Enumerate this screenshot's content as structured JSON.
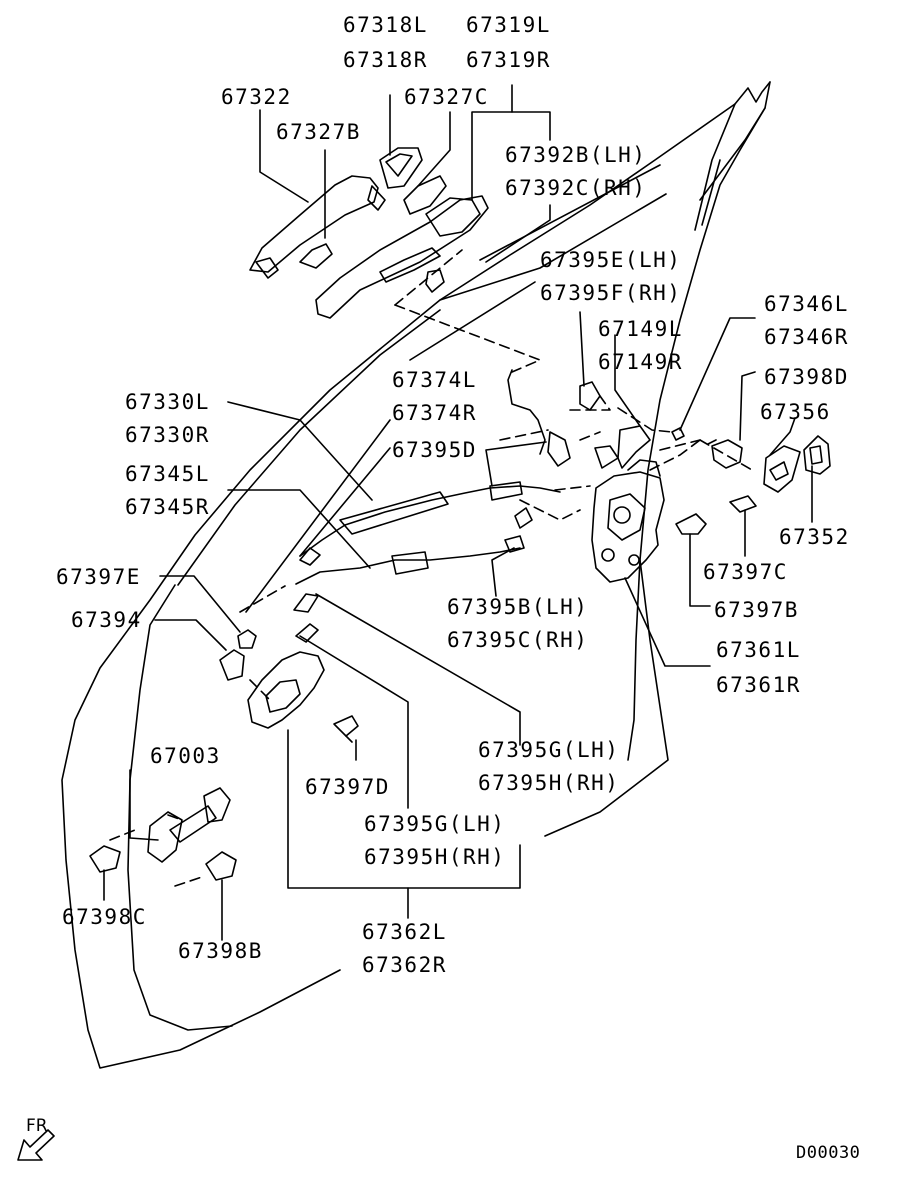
{
  "diagram": {
    "code": "D00030",
    "direction_marker": "FR",
    "callouts": [
      {
        "id": "c1",
        "lines": [
          "67318L",
          "67318R"
        ]
      },
      {
        "id": "c2",
        "lines": [
          "67319L",
          "67319R"
        ]
      },
      {
        "id": "c3",
        "lines": [
          "67322"
        ]
      },
      {
        "id": "c4",
        "lines": [
          "67327C"
        ]
      },
      {
        "id": "c5",
        "lines": [
          "67327B"
        ]
      },
      {
        "id": "c6",
        "lines": [
          "67392B(LH)",
          "67392C(RH)"
        ]
      },
      {
        "id": "c7",
        "lines": [
          "67395E(LH)",
          "67395F(RH)"
        ]
      },
      {
        "id": "c8",
        "lines": [
          "67346L",
          "67346R"
        ]
      },
      {
        "id": "c9",
        "lines": [
          "67149L",
          "67149R"
        ]
      },
      {
        "id": "c10",
        "lines": [
          "67398D"
        ]
      },
      {
        "id": "c11",
        "lines": [
          "67356"
        ]
      },
      {
        "id": "c12",
        "lines": [
          "67374L",
          "67374R"
        ]
      },
      {
        "id": "c13",
        "lines": [
          "67330L",
          "67330R"
        ]
      },
      {
        "id": "c14",
        "lines": [
          "67395D"
        ]
      },
      {
        "id": "c15",
        "lines": [
          "67345L",
          "67345R"
        ]
      },
      {
        "id": "c16",
        "lines": [
          "67352"
        ]
      },
      {
        "id": "c17",
        "lines": [
          "67397C"
        ]
      },
      {
        "id": "c18",
        "lines": [
          "67397E"
        ]
      },
      {
        "id": "c19",
        "lines": [
          "67395B(LH)",
          "67395C(RH)"
        ]
      },
      {
        "id": "c20",
        "lines": [
          "67397B"
        ]
      },
      {
        "id": "c21",
        "lines": [
          "67394"
        ]
      },
      {
        "id": "c22",
        "lines": [
          "67361L",
          "67361R"
        ]
      },
      {
        "id": "c23",
        "lines": [
          "67003"
        ]
      },
      {
        "id": "c24",
        "lines": [
          "67395G(LH)",
          "67395H(RH)"
        ]
      },
      {
        "id": "c25",
        "lines": [
          "67397D"
        ]
      },
      {
        "id": "c26",
        "lines": [
          "67395G(LH)",
          "67395H(RH)"
        ]
      },
      {
        "id": "c27",
        "lines": [
          "67398C"
        ]
      },
      {
        "id": "c28",
        "lines": [
          "67398B"
        ]
      },
      {
        "id": "c29",
        "lines": [
          "67362L",
          "67362R"
        ]
      }
    ]
  }
}
